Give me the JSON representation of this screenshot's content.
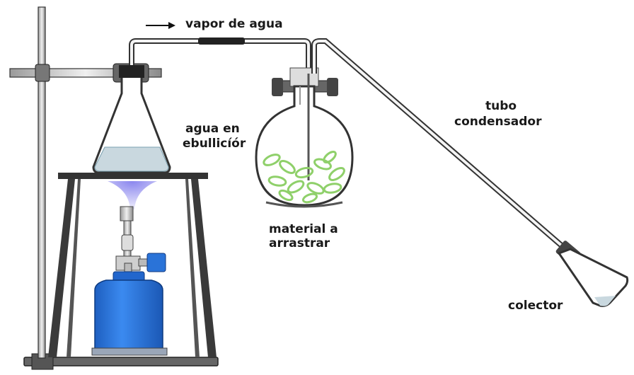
{
  "labels": {
    "vapor": "vapor de agua",
    "agua_line1": "agua en",
    "agua_line2": "ebullicíór",
    "material_line1": "material a",
    "material_line2": "arrastrar",
    "tubo_line1": "tubo",
    "tubo_line2": "condensador",
    "colector": "colector"
  },
  "icons": [
    "arrow-right-icon",
    "burner-icon",
    "gas-canister-icon",
    "leaf-icon"
  ],
  "colors": {
    "glass": "#333333",
    "water": "#c9d8df",
    "flame": "#b7b4f0",
    "canister": "#2a73d8",
    "leaf": "#8fd06a",
    "stand": "#444444"
  }
}
